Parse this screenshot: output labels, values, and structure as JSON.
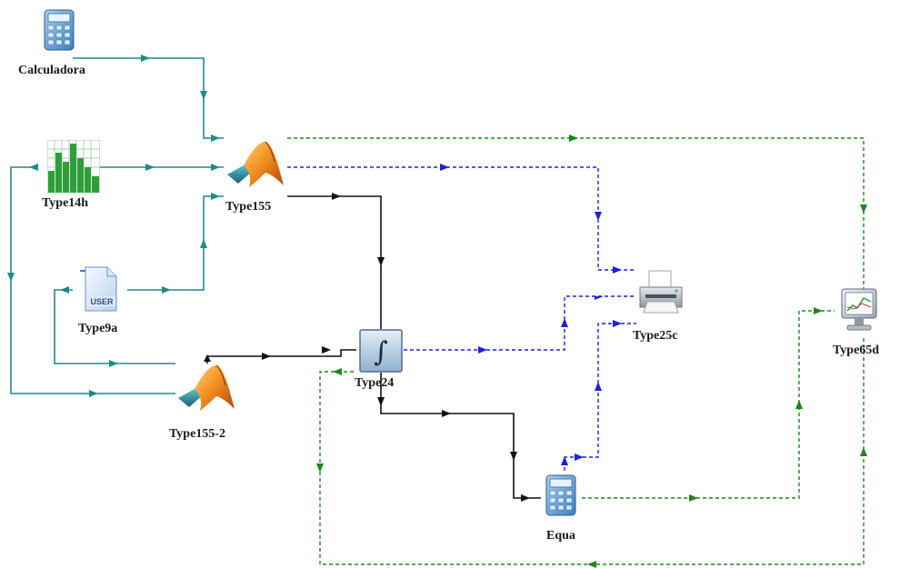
{
  "components": {
    "calculadora": {
      "label": "Calculadora",
      "icon": "calculator-icon"
    },
    "type14h": {
      "label": "Type14h",
      "icon": "bar-chart-icon"
    },
    "type155": {
      "label": "Type155",
      "icon": "matlab-icon"
    },
    "type9a": {
      "label": "Type9a",
      "icon": "user-file-icon",
      "badge": "USER"
    },
    "type155_2": {
      "label": "Type155-2",
      "icon": "matlab-icon"
    },
    "type24": {
      "label": "Type24",
      "icon": "integral-icon",
      "symbol": "∫"
    },
    "type25c": {
      "label": "Type25c",
      "icon": "printer-icon"
    },
    "type65d": {
      "label": "Type65d",
      "icon": "monitor-chart-icon"
    },
    "equa": {
      "label": "Equa",
      "icon": "calculator-icon"
    }
  },
  "link_colors": {
    "teal": "#1e8b8b",
    "blue": "#1f1fe0",
    "black": "#111111",
    "green": "#1a8a1a"
  }
}
